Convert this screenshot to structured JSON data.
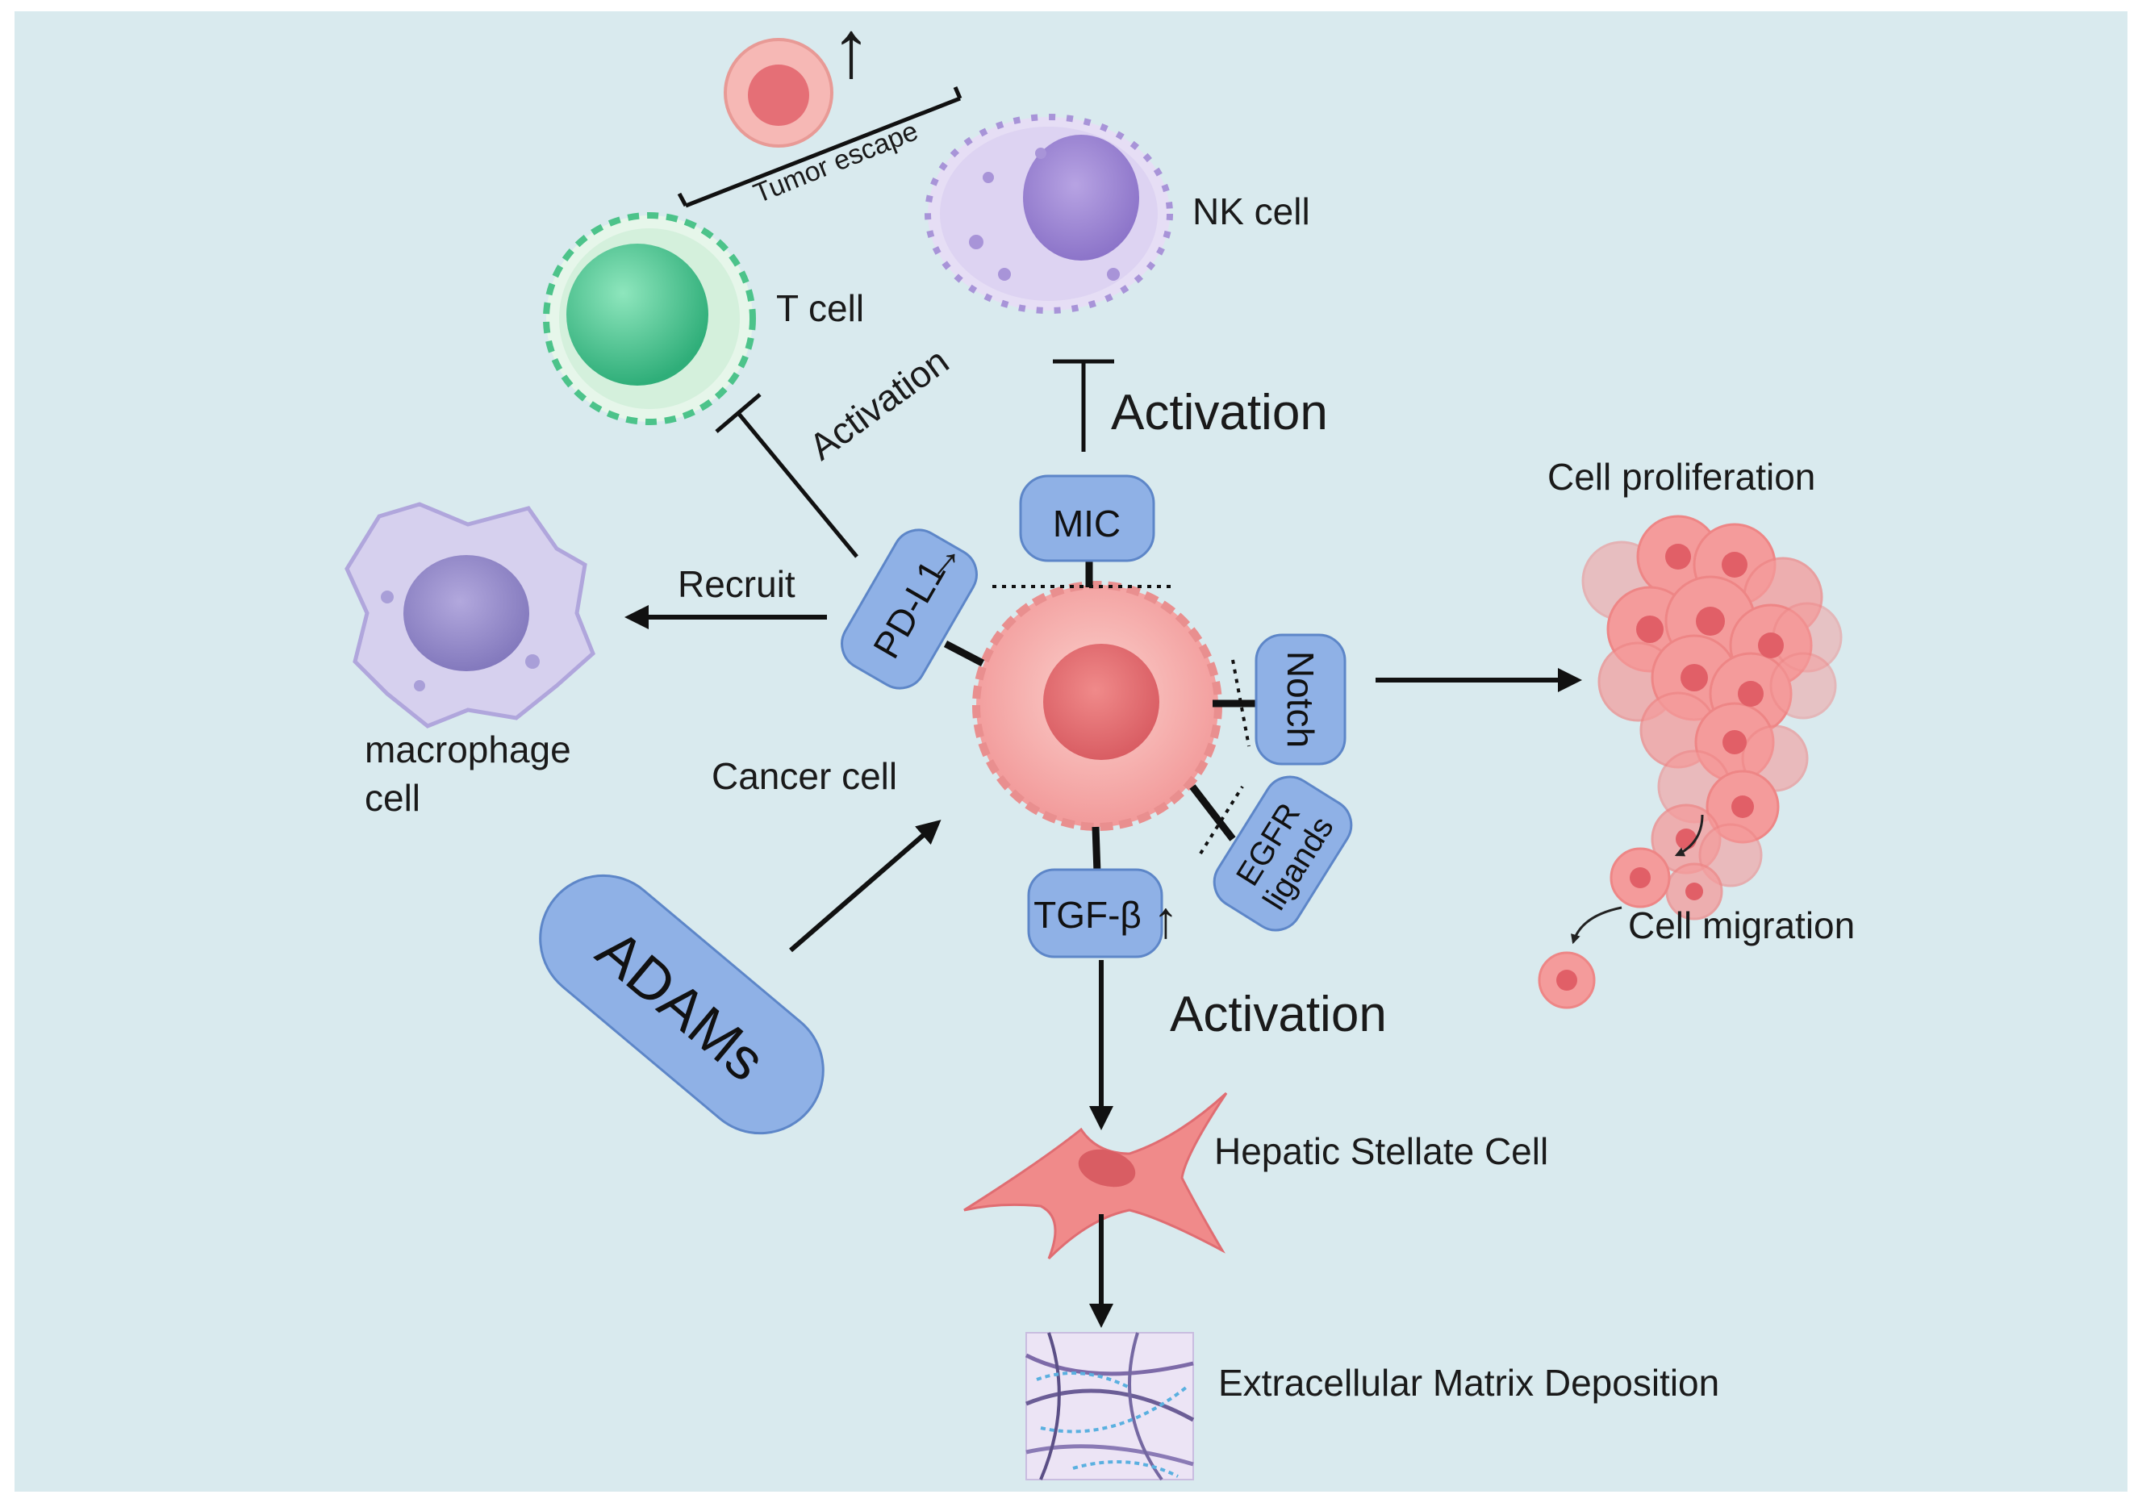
{
  "labels": {
    "tumor_escape": "Tumor escape",
    "nk_cell": "NK cell",
    "t_cell": "T cell",
    "activation_t": "Activation",
    "activation_nk": "Activation",
    "activation_tgf": "Activation",
    "recruit": "Recruit",
    "macrophage_line1": "macrophage",
    "macrophage_line2": "cell",
    "cancer_cell": "Cancer cell",
    "cell_proliferation": "Cell proliferation",
    "cell_migration": "Cell migration",
    "hepatic_stellate": "Hepatic Stellate Cell",
    "ecm": "Extracellular Matrix Deposition"
  },
  "pills": {
    "mic": "MIC",
    "pdl1": "PD-L1",
    "notch": "Notch",
    "egfr_line1": "EGFR",
    "egfr_line2": "ligands",
    "tgf": "TGF-β",
    "adams": "ADAMs"
  },
  "up_arrow_glyph": "↑",
  "colors": {
    "background": "#d9eaee",
    "pill": "#8fb1e6",
    "cancer_cell": "#f4a5a5",
    "t_cell": "#6fd3a3",
    "nk_cell": "#c9bde8",
    "macrophage": "#c8c3e6",
    "up_arrow": "#e21b1b"
  }
}
